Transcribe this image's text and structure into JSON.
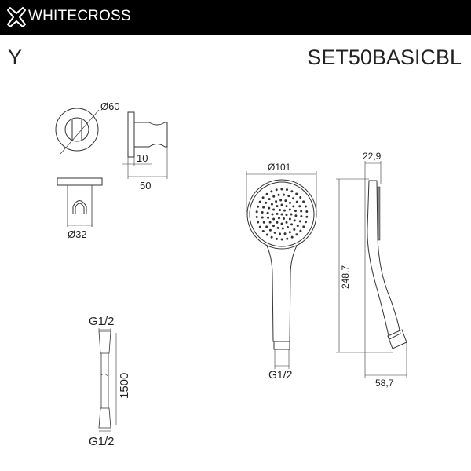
{
  "header": {
    "brand": "WHITECROSS",
    "logo_icon": "cross-outline-logo",
    "background": "#000000"
  },
  "series_label": "Y",
  "product_code": "SET50BASICBL",
  "bracket": {
    "front_diameter": "Ø60",
    "depth": "10",
    "width": "50",
    "clip_diameter": "Ø32"
  },
  "hand_shower": {
    "head_diameter": "Ø101",
    "connection": "G1/2",
    "length": "248,7",
    "head_thickness": "22,9",
    "depth": "58,7"
  },
  "hose": {
    "top_connection": "G1/2",
    "bottom_connection": "G1/2",
    "length": "1500"
  }
}
